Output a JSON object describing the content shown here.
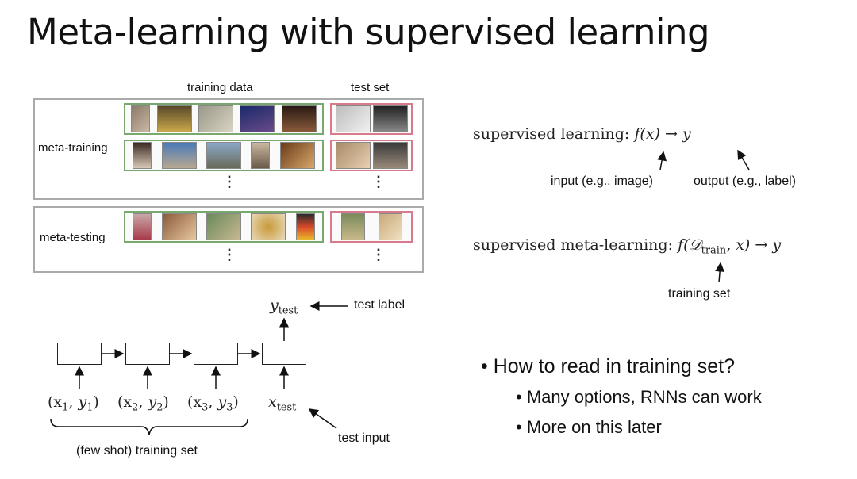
{
  "title": "Meta-learning with supervised learning",
  "figure": {
    "col_training": "training data",
    "col_test": "test set",
    "row_meta_training": "meta-training",
    "row_meta_testing": "meta-testing",
    "dots": "⋮"
  },
  "rnn": {
    "inputs": [
      "(x",
      "(x",
      "(x"
    ],
    "y_test": "y",
    "y_test_sub": "test",
    "x_test": "x",
    "x_test_sub": "test",
    "test_label": "test label",
    "test_input": "test input",
    "train_set_label": "(few shot) training set"
  },
  "equations": {
    "sl_prefix": "supervised learning:",
    "sl_expr": "f(x) → y",
    "input_note": "input (e.g., image)",
    "output_note": "output (e.g., label)",
    "sml_prefix": "supervised meta-learning:",
    "sml_expr": "f(𝒟",
    "sml_sub": "train",
    "sml_tail": ", x) → y",
    "train_note": "training set"
  },
  "bullets": {
    "main": "How to read in training set?",
    "sub": [
      "Many options, RNNs can work",
      "More on this later"
    ]
  }
}
